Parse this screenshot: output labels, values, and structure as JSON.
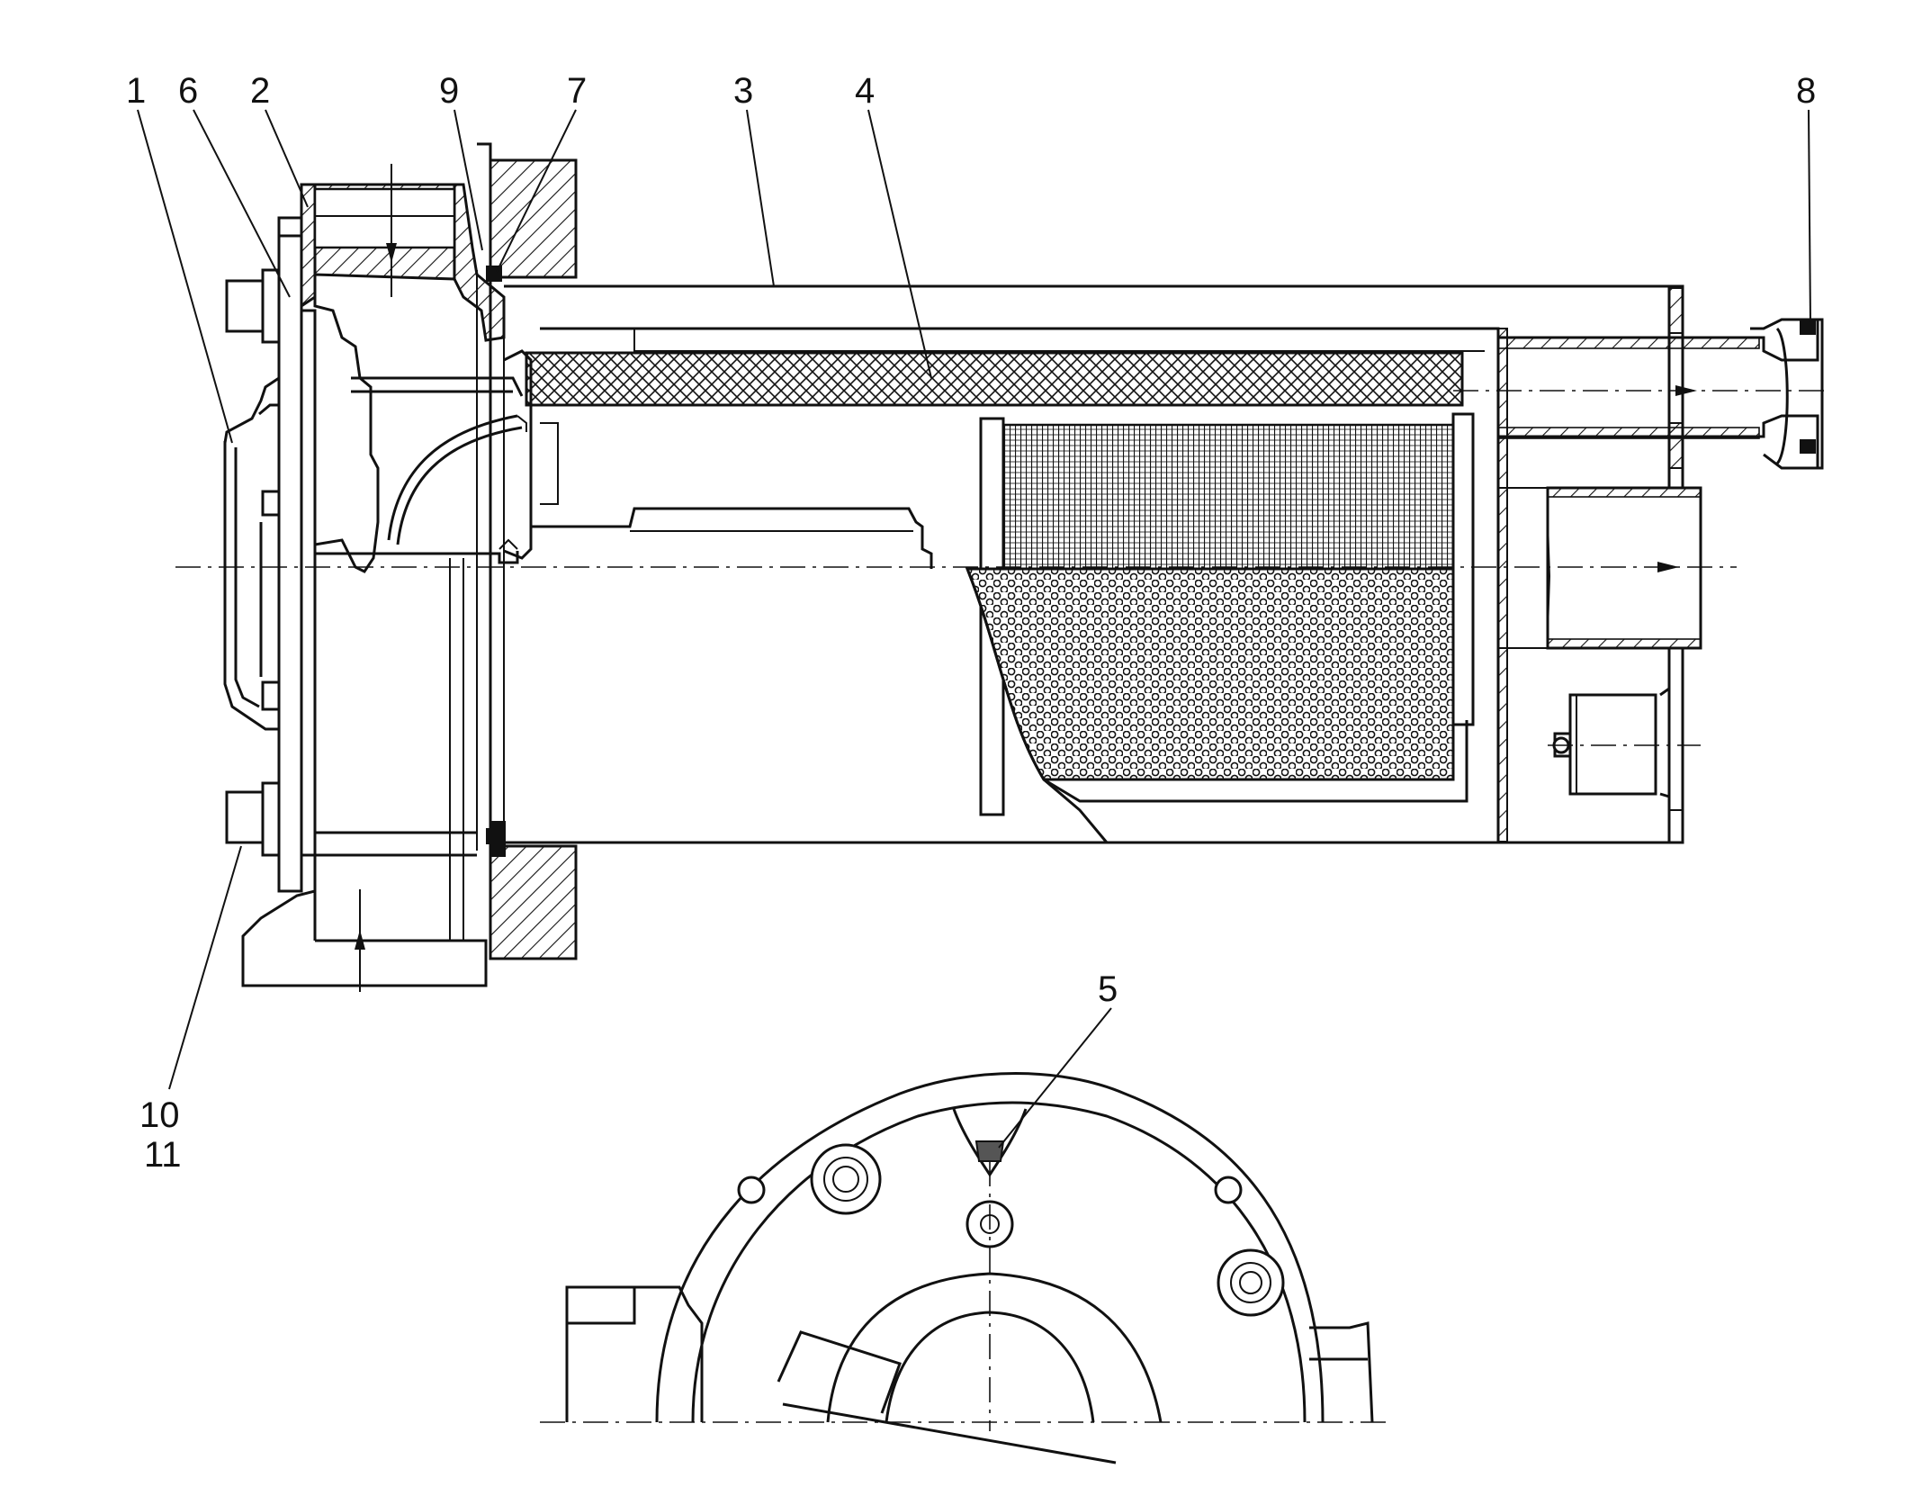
{
  "diagram": {
    "callouts": [
      {
        "id": "1",
        "text": "1"
      },
      {
        "id": "6",
        "text": "6"
      },
      {
        "id": "2",
        "text": "2"
      },
      {
        "id": "9",
        "text": "9"
      },
      {
        "id": "7",
        "text": "7"
      },
      {
        "id": "3",
        "text": "3"
      },
      {
        "id": "4",
        "text": "4"
      },
      {
        "id": "8",
        "text": "8"
      },
      {
        "id": "5",
        "text": "5"
      },
      {
        "id": "10",
        "text": "10"
      },
      {
        "id": "11",
        "text": "11"
      }
    ],
    "colors": {
      "ink": "#111111",
      "paper": "#ffffff"
    },
    "patterns": {
      "housing": "diagonal-hatch",
      "filter_layer": "cross-hatch",
      "filter_element": "mesh",
      "perforated_tube": "circle-perforation"
    }
  }
}
